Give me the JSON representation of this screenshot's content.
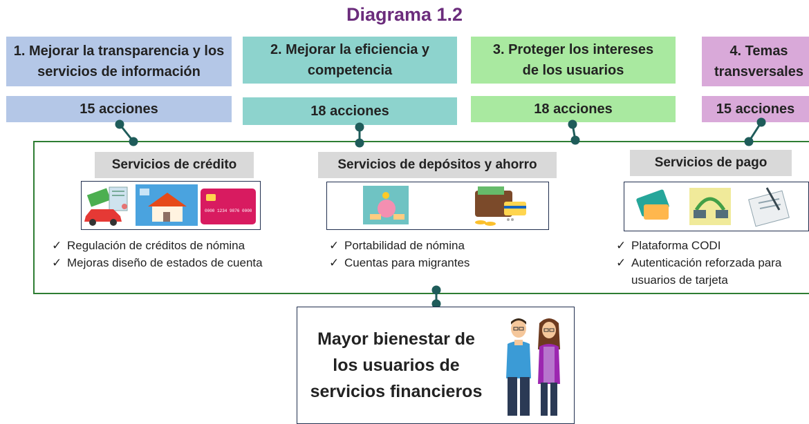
{
  "title": "Diagrama 1.2",
  "pillars": [
    {
      "label": "1. Mejorar la transparencia y los servicios de información",
      "count": "15 acciones",
      "color": "#b4c7e7"
    },
    {
      "label": "2. Mejorar la eficiencia y competencia",
      "count": "18 acciones",
      "color": "#8dd3cd"
    },
    {
      "label": "3. Proteger los intereses de los usuarios",
      "count": "18 acciones",
      "color": "#a9e9a0"
    },
    {
      "label": "4. Temas transversales",
      "count": "15 acciones",
      "color": "#d9a9d9"
    }
  ],
  "services": [
    {
      "title": "Servicios de crédito",
      "items": [
        "Regulación de créditos de nómina",
        "Mejoras diseño de estados de cuenta"
      ]
    },
    {
      "title": "Servicios de depósitos y ahorro",
      "items": [
        "Portabilidad de nómina",
        "Cuentas para migrantes"
      ]
    },
    {
      "title": "Servicios de pago",
      "items": [
        "Plataforma CODI",
        "Autenticación reforzada para usuarios de tarjeta"
      ]
    }
  ],
  "card_text": "0000 1234 9876 0000",
  "outcome": "Mayor bienestar de los usuarios de servicios financieros",
  "check_mark": "✓",
  "colors": {
    "title": "#6b2c7c",
    "frame": "#2e7d32",
    "connector": "#1f5c5a",
    "box_border": "#1f2d4d"
  }
}
